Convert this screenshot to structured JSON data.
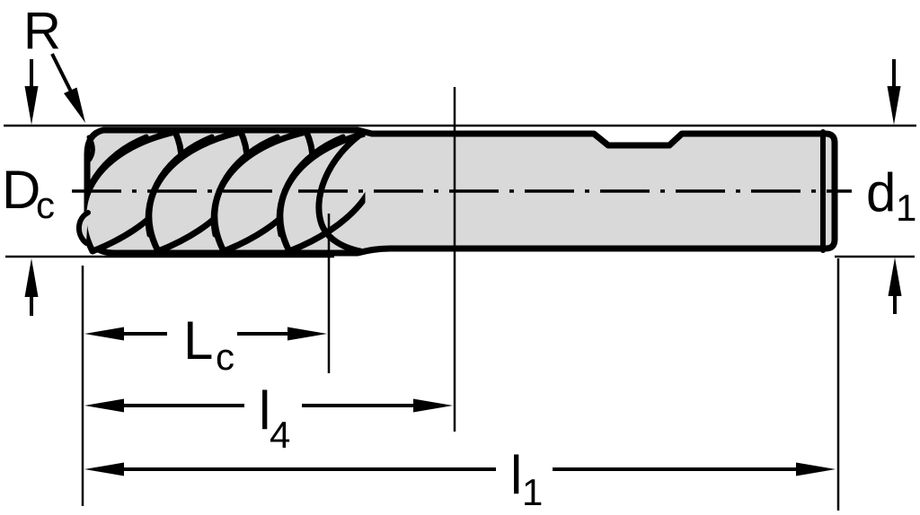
{
  "diagram": {
    "title": "end-mill-dimension-drawing",
    "labels": {
      "corner_radius": {
        "text": "R"
      },
      "cutting_diameter": {
        "main": "D",
        "sub": "c"
      },
      "shank_diameter": {
        "main": "d",
        "sub": "1"
      },
      "cutting_edge_length": {
        "main": "L",
        "sub": "c"
      },
      "length_l4": {
        "main": "l",
        "sub": "4"
      },
      "overall_length_l1": {
        "main": "l",
        "sub": "1"
      }
    },
    "colors": {
      "tool_fill": "#d9d9d9",
      "line": "#000000",
      "background": "#ffffff"
    }
  }
}
